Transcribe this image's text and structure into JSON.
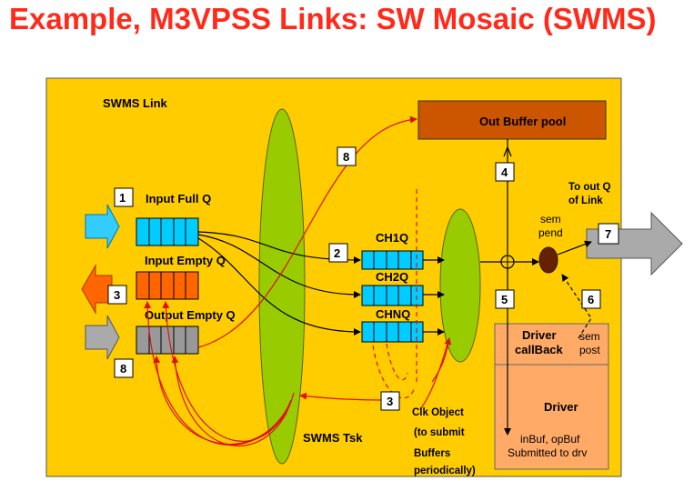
{
  "title": "Example, M3VPSS Links: SW Mosaic (SWMS)",
  "labels": {
    "swms_link": "SWMS Link",
    "out_buffer_pool": "Out Buffer pool",
    "input_full_q": "Input Full Q",
    "input_empty_q": "Input Empty Q",
    "output_empty_q": "Output  Empty Q",
    "ch1q": "CH1Q",
    "ch2q": "CH2Q",
    "chnq": "CHNQ",
    "to_out_q_1": "To out Q",
    "to_out_q_2": "of Link",
    "sem_pend_1": "sem",
    "sem_pend_2": "pend",
    "sem_post_1": "sem",
    "sem_post_2": "post",
    "driver_callback_1": "Driver",
    "driver_callback_2": "callBack",
    "driver": "Driver",
    "driver_sub_1": "inBuf, opBuf",
    "driver_sub_2": "Submitted to drv",
    "swms_tsk": "SWMS Tsk",
    "clk_object": "Clk Object",
    "clk_line_2": "(to submit",
    "clk_line_3": "Buffers",
    "clk_line_4": "periodically)"
  },
  "steps": {
    "s1": "1",
    "s2": "2",
    "s3_left": "3",
    "s3_clk": "3",
    "s4": "4",
    "s5": "5",
    "s6": "6",
    "s7": "7",
    "s8_top": "8",
    "s8_left": "8"
  },
  "colors": {
    "title": "#ff2a1a",
    "panel": "#ffcc00",
    "ellipse": "#99cc00",
    "out_pool": "#cc5500",
    "driver_box": "#ffaa66",
    "input_full_q": "#00ccff",
    "input_empty_q": "#ff6600",
    "output_empty_q": "#999999",
    "ch_queue": "#00ccff",
    "sem_dot": "#662200",
    "red_arrow": "#dd1111"
  }
}
